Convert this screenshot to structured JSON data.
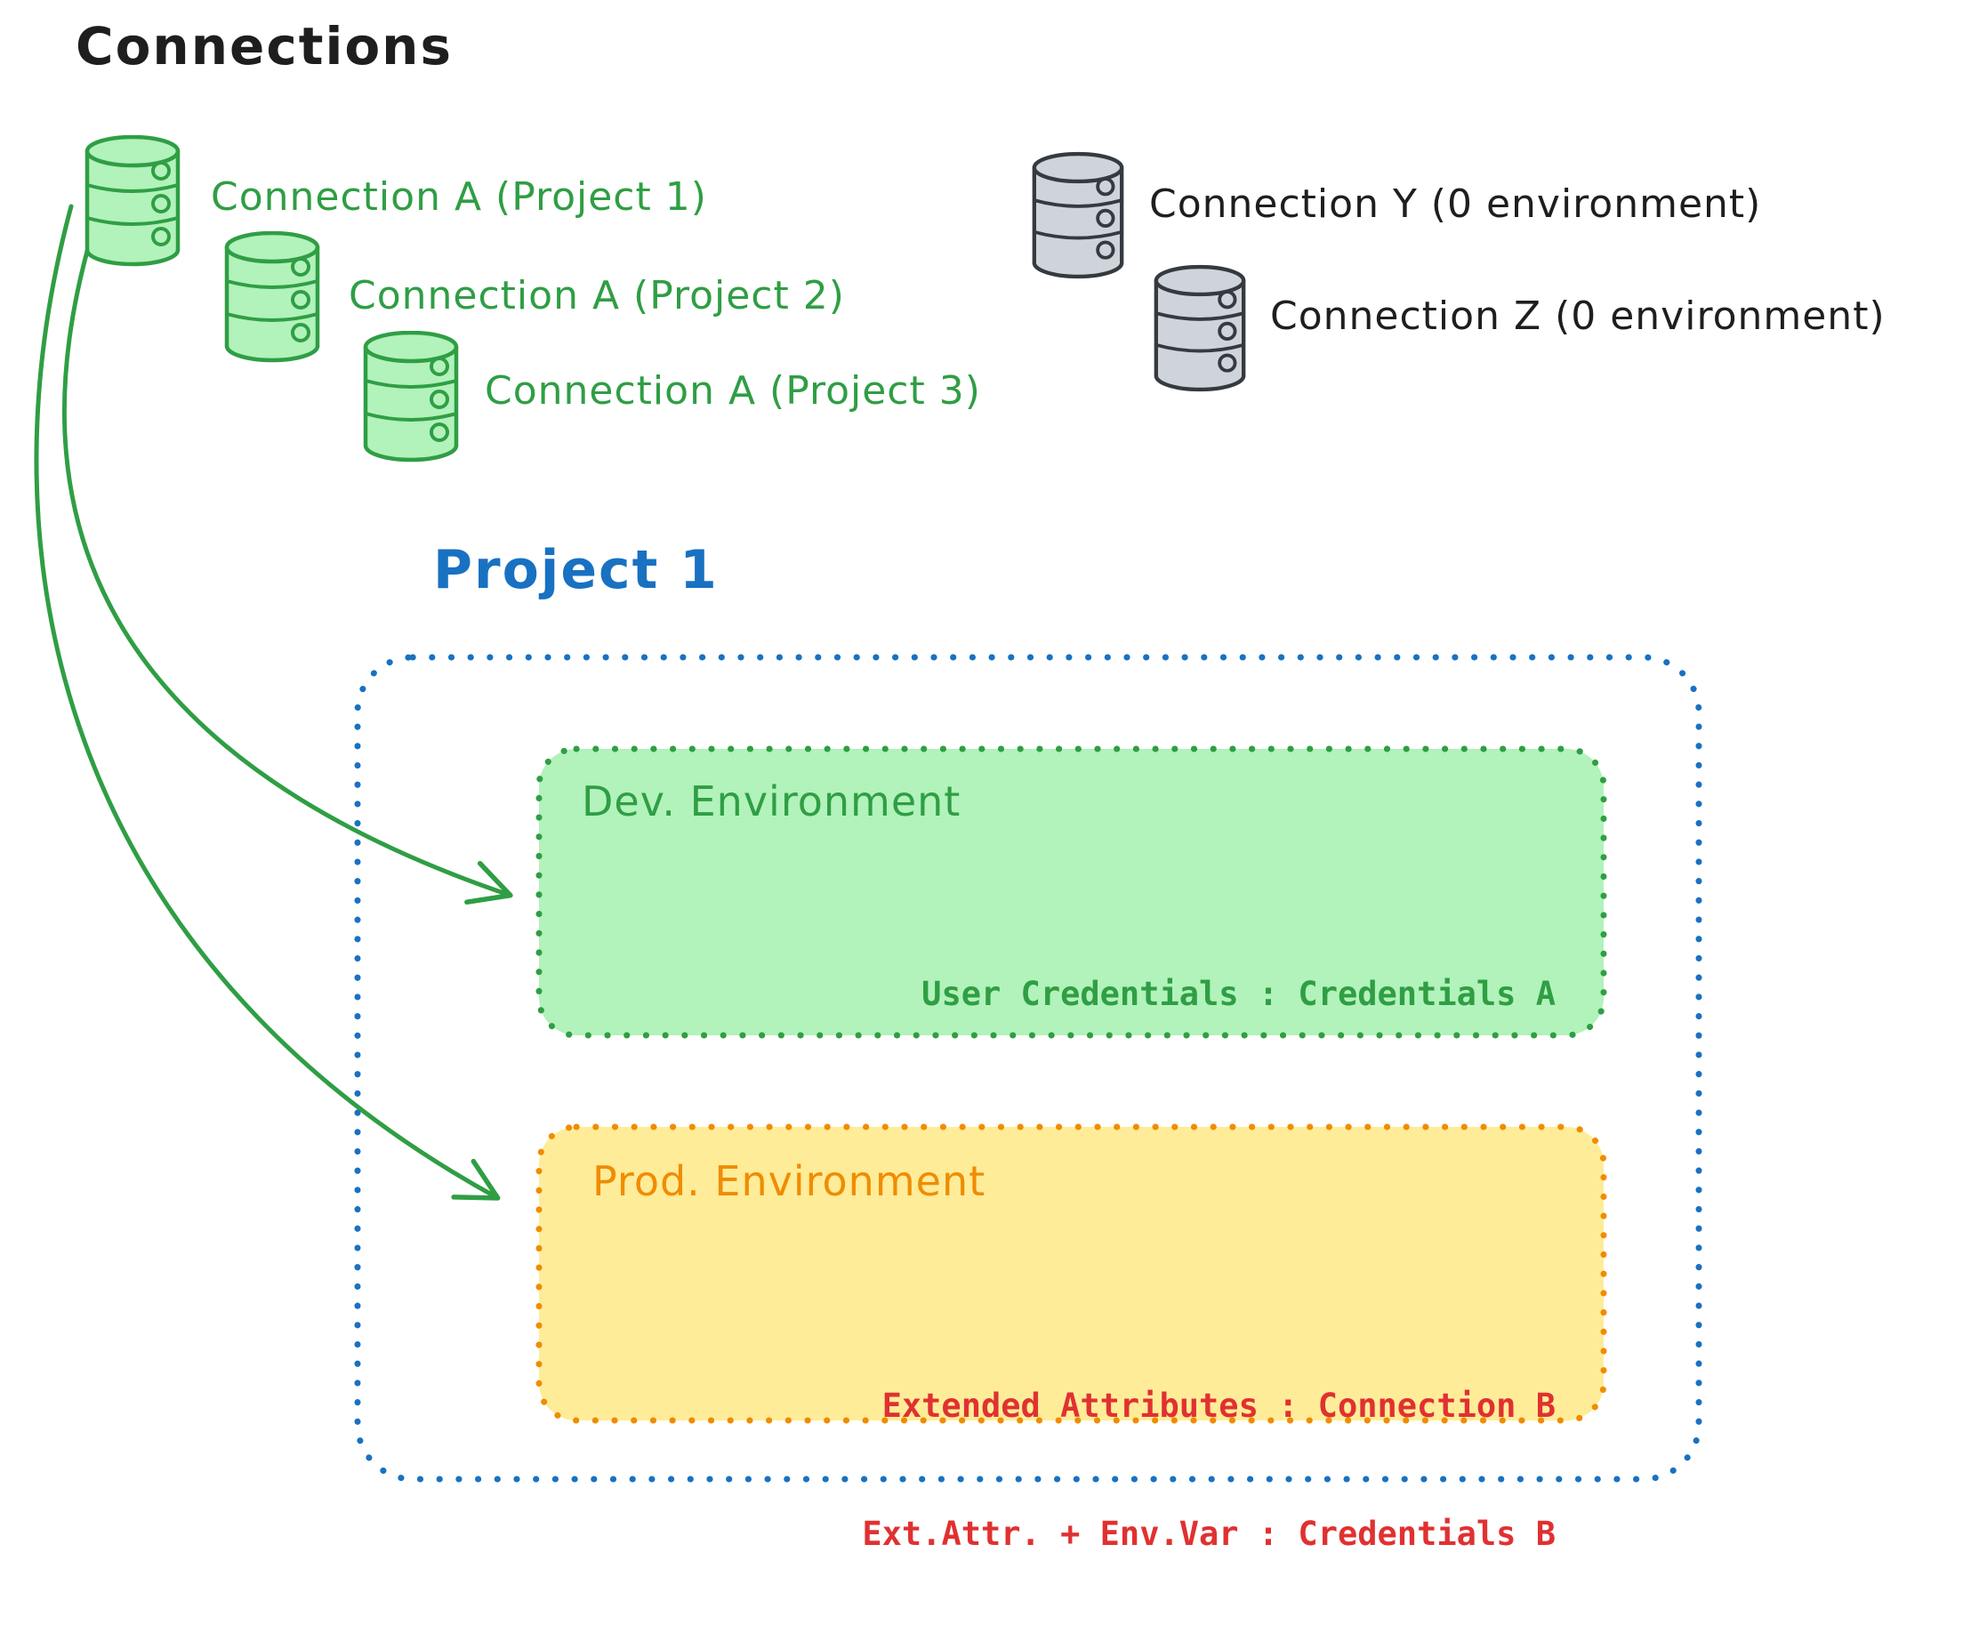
{
  "title": "Connections",
  "colors": {
    "green_stroke": "#2f9e44",
    "green_fill": "#b2f2bb",
    "gray_fill": "#ced4da",
    "dark": "#1e1e1e",
    "blue": "#1971c2",
    "orange_stroke": "#f08c00",
    "yellow_fill": "#ffec99",
    "red": "#e03131"
  },
  "connections": {
    "project_connections": [
      {
        "label": "Connection A (Project 1)",
        "icon": "database-icon",
        "color": "green"
      },
      {
        "label": "Connection A (Project 2)",
        "icon": "database-icon",
        "color": "green"
      },
      {
        "label": "Connection A (Project 3)",
        "icon": "database-icon",
        "color": "green"
      }
    ],
    "standalone_connections": [
      {
        "label": "Connection Y (0 environment)",
        "icon": "database-icon",
        "color": "gray"
      },
      {
        "label": "Connection Z (0 environment)",
        "icon": "database-icon",
        "color": "gray"
      }
    ]
  },
  "project": {
    "title": "Project 1",
    "environments": [
      {
        "name": "Dev. Environment",
        "entries": [
          "User Credentials : Credentials A"
        ]
      },
      {
        "name": "Prod. Environment",
        "entries": [
          "Extended Attributes : Connection B",
          "Ext.Attr. + Env.Var : Credentials B"
        ]
      }
    ]
  }
}
